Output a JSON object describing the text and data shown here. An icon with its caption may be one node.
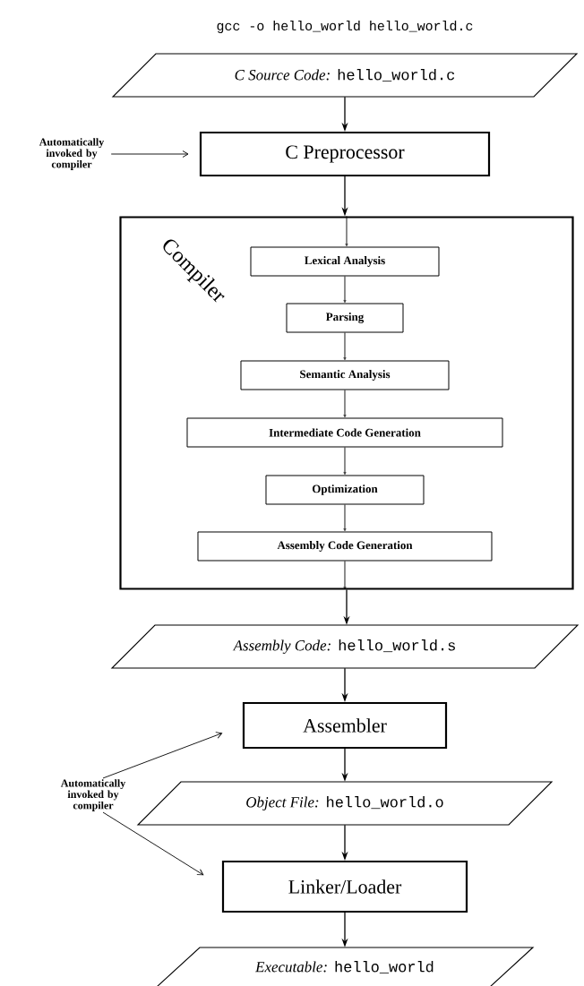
{
  "diagram": {
    "title": "gcc -o hello_world hello_world.c",
    "nodes": [
      {
        "text": [
          "C Source Code:",
          "hello_world.c"
        ]
      },
      {
        "text": [
          "Automatically invoked by compiler"
        ]
      },
      {
        "text": [
          "C Preprocessor"
        ]
      },
      {
        "text": [
          "Compiler"
        ]
      },
      {
        "text": [
          "Lexical Analysis"
        ],
        "in": 3
      },
      {
        "text": [
          "Parsing"
        ],
        "in": 3
      },
      {
        "text": [
          "Semantic Analysis"
        ],
        "in": 3
      },
      {
        "text": [
          "Intermediate Code Generation"
        ],
        "in": 3
      },
      {
        "text": [
          "Optimization"
        ],
        "in": 3
      },
      {
        "text": [
          "Assembly Code Generation"
        ],
        "in": 3
      },
      {
        "text": [
          "Assembly Code:",
          "hello_world.s"
        ]
      },
      {
        "text": [
          "Assembler"
        ]
      },
      {
        "text": [
          "Automatically invoked by compiler"
        ]
      },
      {
        "text": [
          "Object File:",
          "hello_world.o"
        ]
      },
      {
        "text": [
          "Linker/Loader"
        ]
      },
      {
        "text": [
          "Executable:",
          "hello_world"
        ]
      }
    ],
    "edges": [
      {
        "from": 0,
        "to": 2,
        "arrow": "to"
      },
      {
        "from": 1,
        "to": 2,
        "arrow": "to"
      },
      {
        "from": 2,
        "to": 3,
        "arrow": "to"
      },
      {
        "from": 3,
        "to": 4,
        "arrow": "to"
      },
      {
        "from": 4,
        "to": 5,
        "arrow": "to"
      },
      {
        "from": 5,
        "to": 6,
        "arrow": "to"
      },
      {
        "from": 6,
        "to": 7,
        "arrow": "to"
      },
      {
        "from": 7,
        "to": 8,
        "arrow": "to"
      },
      {
        "from": 8,
        "to": 9,
        "arrow": "to"
      },
      {
        "from": 9,
        "to": 3,
        "arrow": "to"
      },
      {
        "from": 3,
        "to": 10,
        "arrow": "to"
      },
      {
        "from": 10,
        "to": 11,
        "arrow": "to"
      },
      {
        "from": 12,
        "to": 11,
        "arrow": "to"
      },
      {
        "from": 11,
        "to": 13,
        "arrow": "to"
      },
      {
        "from": 12,
        "to": 14,
        "arrow": "to"
      },
      {
        "from": 13,
        "to": 14,
        "arrow": "to"
      },
      {
        "from": 14,
        "to": 15,
        "arrow": "to"
      }
    ]
  }
}
